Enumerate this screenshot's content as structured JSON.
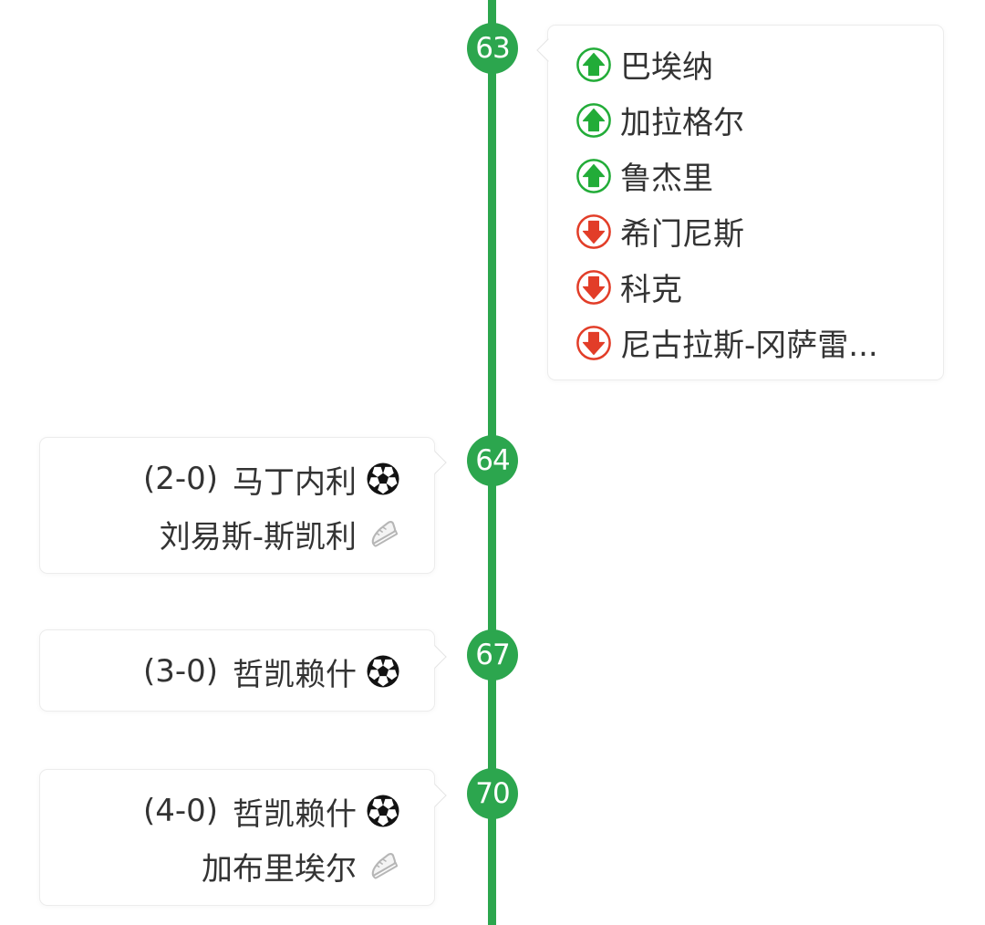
{
  "colors": {
    "timeline_green": "#2CA64E",
    "sub_in_green": "#22AC38",
    "sub_out_red": "#E23D28",
    "text_dark": "#333333",
    "minute_text": "#FFFFFF",
    "assist_gray": "#B6B6B6",
    "ball_black": "#121212",
    "card_border": "#ECECEC"
  },
  "icons": {
    "sub_in": "circled-up-arrow",
    "sub_out": "circled-down-arrow",
    "goal": "soccer-ball",
    "assist": "football-boot"
  },
  "events": [
    {
      "minute": "63",
      "side": "right",
      "type": "substitutions",
      "subs": [
        {
          "dir": "in",
          "player": "巴埃纳"
        },
        {
          "dir": "in",
          "player": "加拉格尔"
        },
        {
          "dir": "in",
          "player": "鲁杰里"
        },
        {
          "dir": "out",
          "player": "希门尼斯"
        },
        {
          "dir": "out",
          "player": "科克"
        },
        {
          "dir": "out",
          "player": "尼古拉斯-冈萨雷..."
        }
      ]
    },
    {
      "minute": "64",
      "side": "left",
      "type": "goal",
      "score": "(2-0)",
      "scorer": "马丁内利",
      "assist": "刘易斯-斯凯利"
    },
    {
      "minute": "67",
      "side": "left",
      "type": "goal",
      "score": "(3-0)",
      "scorer": "哲凯赖什",
      "assist": null
    },
    {
      "minute": "70",
      "side": "left",
      "type": "goal",
      "score": "(4-0)",
      "scorer": "哲凯赖什",
      "assist": "加布里埃尔"
    }
  ]
}
